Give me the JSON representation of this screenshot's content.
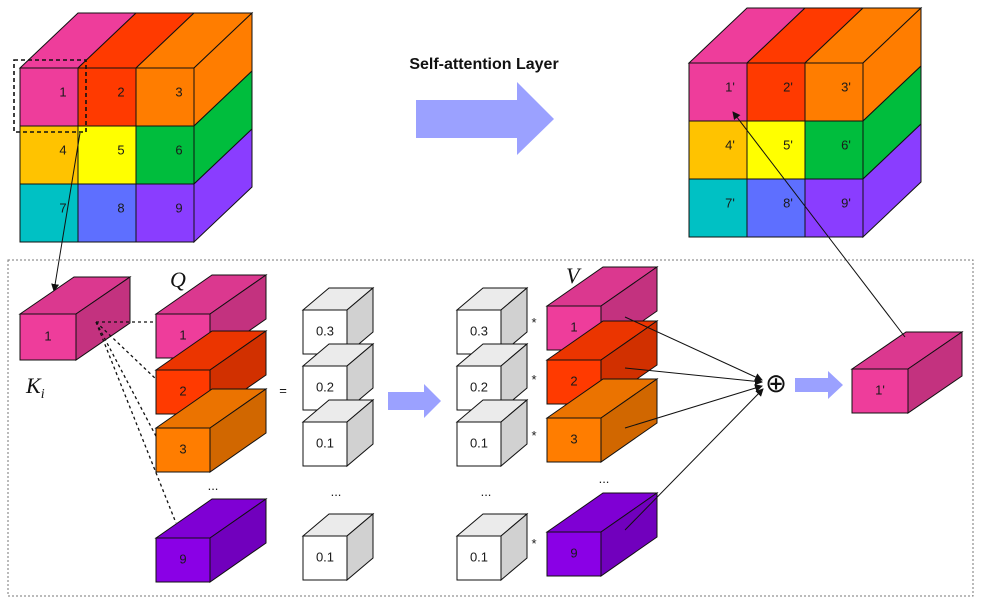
{
  "title": "Self-attention Layer",
  "colors": {
    "pink": "#ee3d9b",
    "red": "#ff3a00",
    "orange": "#ff7d00",
    "amber": "#ffc300",
    "yellow": "#ffff00",
    "green": "#00bd3d",
    "cyan": "#00c1c4",
    "blue": "#5e6fff",
    "violet": "#8a3dff",
    "purple": "#8a00e6",
    "arrow": "#9ba1ff"
  },
  "input_cube": {
    "cells": [
      "1",
      "2",
      "3",
      "4",
      "5",
      "6",
      "7",
      "8",
      "9"
    ]
  },
  "output_cube": {
    "cells": [
      "1'",
      "2'",
      "3'",
      "4'",
      "5'",
      "6'",
      "7'",
      "8'",
      "9'"
    ]
  },
  "key": {
    "label": "1",
    "symbol": "K",
    "subscript": "i"
  },
  "query": {
    "symbol": "Q",
    "items": [
      "1",
      "2",
      "3",
      "9"
    ],
    "ellipsis": "..."
  },
  "equals": "=",
  "scores": {
    "values": [
      "0.3",
      "0.2",
      "0.1",
      "0.1"
    ],
    "ellipsis": "..."
  },
  "weights": {
    "values": [
      "0.3",
      "0.2",
      "0.1",
      "0.1"
    ],
    "ellipsis": "...",
    "multiply": "*"
  },
  "value": {
    "symbol": "V",
    "items": [
      "1",
      "2",
      "3",
      "9"
    ],
    "ellipsis": "..."
  },
  "sum_symbol": "⊕",
  "result": {
    "label": "1'"
  }
}
